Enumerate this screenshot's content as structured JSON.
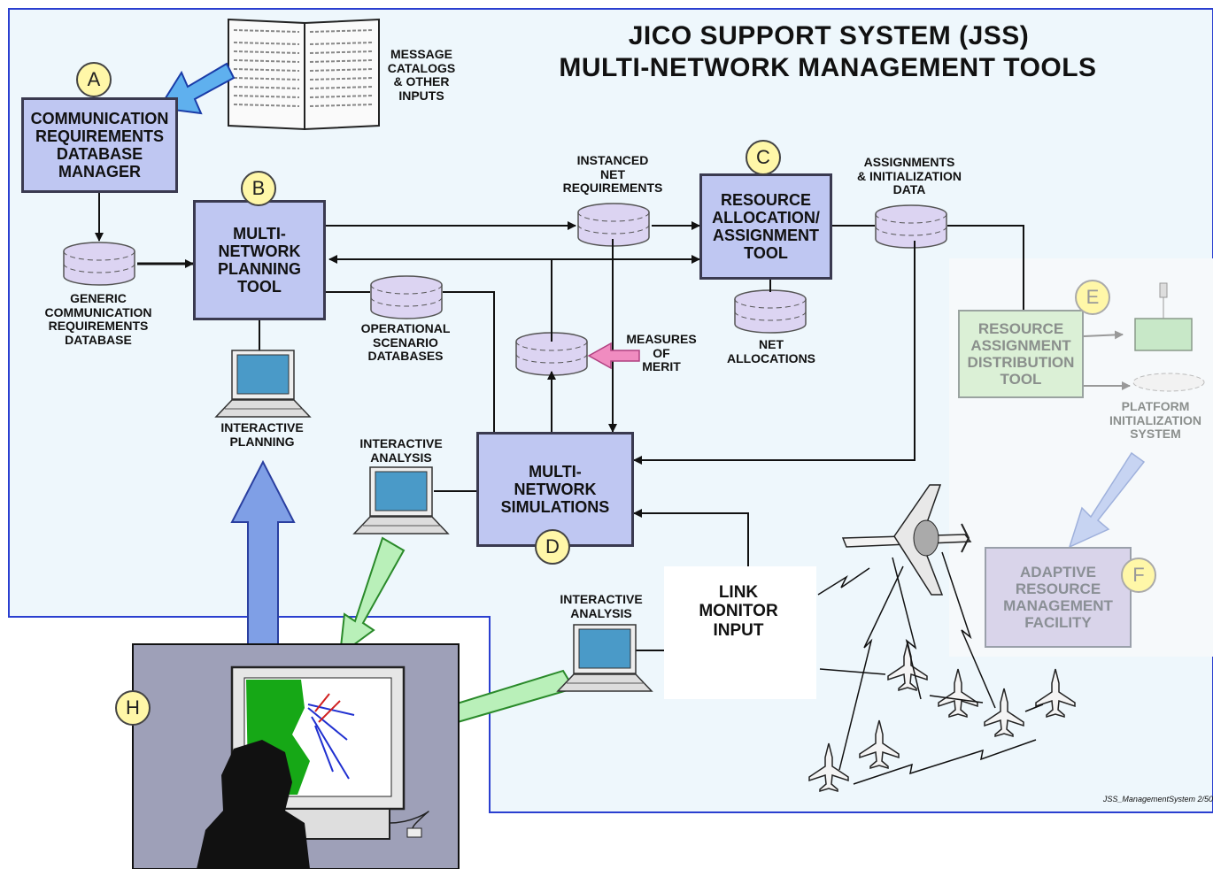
{
  "title": {
    "line1": "JICO SUPPORT SYSTEM (JSS)",
    "line2": "MULTI-NETWORK MANAGEMENT TOOLS"
  },
  "labels": {
    "A": "A",
    "B": "B",
    "C": "C",
    "D": "D",
    "E": "E",
    "F": "F",
    "H": "H"
  },
  "boxes": {
    "comm_req_db_manager": "COMMUNICATION\nREQUIREMENTS\nDATABASE\nMANAGER",
    "multi_network_planning_tool": "MULTI-\nNETWORK\nPLANNING\nTOOL",
    "resource_allocation_tool": "RESOURCE\nALLOCATION/\nASSIGNMENT\nTOOL",
    "multi_network_simulations": "MULTI-\nNETWORK\nSIMULATIONS",
    "resource_assignment_distribution_tool": "RESOURCE\nASSIGNMENT\nDISTRIBUTION\nTOOL",
    "adaptive_resource_management_facility": "ADAPTIVE\nRESOURCE\nMANAGEMENT\nFACILITY",
    "link_monitor_input": "LINK\nMONITOR\nINPUT"
  },
  "captions": {
    "message_catalogs": "MESSAGE\nCATALOGS\n& OTHER\nINPUTS",
    "generic_comm_req_db": "GENERIC\nCOMMUNICATION\nREQUIREMENTS\nDATABASE",
    "operational_scenario_db": "OPERATIONAL\nSCENARIO\nDATABASES",
    "instanced_net_requirements": "INSTANCED\nNET\nREQUIREMENTS",
    "assignments_init_data": "ASSIGNMENTS\n& INITIALIZATION\nDATA",
    "net_allocations": "NET\nALLOCATIONS",
    "measures_of_merit": "MEASURES\nOF\nMERIT",
    "platform_init_system": "PLATFORM\nINITIALIZATION\nSYSTEM",
    "interactive_planning": "INTERACTIVE\nPLANNING",
    "interactive_analysis_1": "INTERACTIVE\nANALYSIS",
    "interactive_analysis_2": "INTERACTIVE\nANALYSIS",
    "footer": "JSS_ManagementSystem 2/50"
  },
  "colors": {
    "panel": "#eef7fc",
    "panel_border": "#2a3fd0",
    "tool_box": "#bfc7f2",
    "label_circle": "#fff7a8",
    "big_arrow_blue": "#7f9fe6",
    "big_arrow_green": "#b9f0b9",
    "moe_arrow": "#f08cc0",
    "database": "#dcd4f2"
  }
}
